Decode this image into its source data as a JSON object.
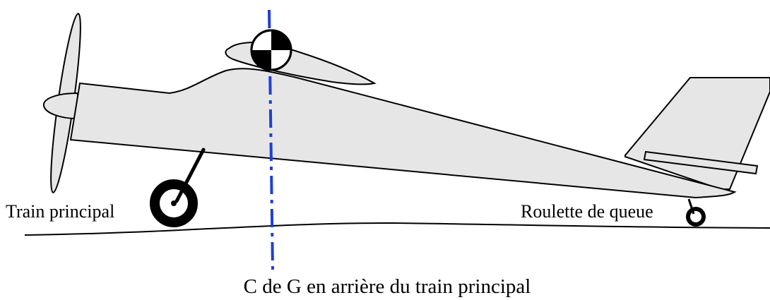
{
  "labels": {
    "main_gear": "Train principal",
    "tail_wheel": "Roulette de queue",
    "caption": "C de G en arrière du train principal"
  },
  "colors": {
    "fuselage_fill": "#e6e6e6",
    "outline": "#000000",
    "cg_line": "#1f3fd6",
    "background": "#ffffff"
  },
  "icons": {
    "cg_marker": "center-of-gravity-symbol"
  }
}
